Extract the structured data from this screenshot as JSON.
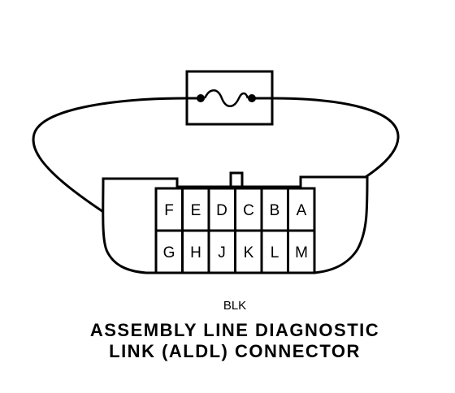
{
  "diagram": {
    "fuse_label": "",
    "connector": {
      "top_row": [
        "F",
        "E",
        "D",
        "C",
        "B",
        "A"
      ],
      "bottom_row": [
        "G",
        "H",
        "J",
        "K",
        "L",
        "M"
      ],
      "jumper_from_pin": "A",
      "jumper_to_pin": "G"
    },
    "wire_color_code": "BLK",
    "caption_line1": "ASSEMBLY LINE DIAGNOSTIC",
    "caption_line2": "LINK (ALDL) CONNECTOR"
  }
}
